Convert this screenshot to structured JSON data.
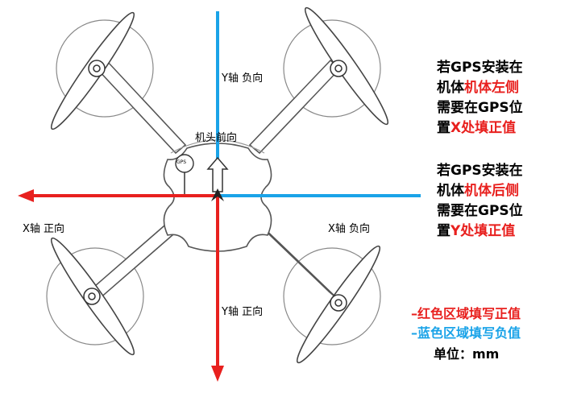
{
  "labels": {
    "y_negative": "Y轴 负向",
    "y_positive": "Y轴 正向",
    "x_positive": "X轴 正向",
    "x_negative": "X轴 负向",
    "nose_direction": "机头前向",
    "gps": "GPS"
  },
  "note_left": {
    "line1": "若GPS安装在",
    "line2_black": "机体",
    "line2_red": "机体左侧",
    "line3": "需要在GPS位",
    "line4_black": "置",
    "line4_red": "X处填正值"
  },
  "note_rear": {
    "line1": "若GPS安装在",
    "line2_black": "机体",
    "line2_red": "机体后侧",
    "line3": "需要在GPS位",
    "line4_black": "置",
    "line4_red": "Y处填正值"
  },
  "legend": {
    "red_text": "–红色区域填写正值",
    "blue_text": "–蓝色区域填写负值",
    "unit": "单位：mm"
  },
  "colors": {
    "positive": "#e8201e",
    "negative": "#1aa3e8",
    "outline": "#555555"
  }
}
